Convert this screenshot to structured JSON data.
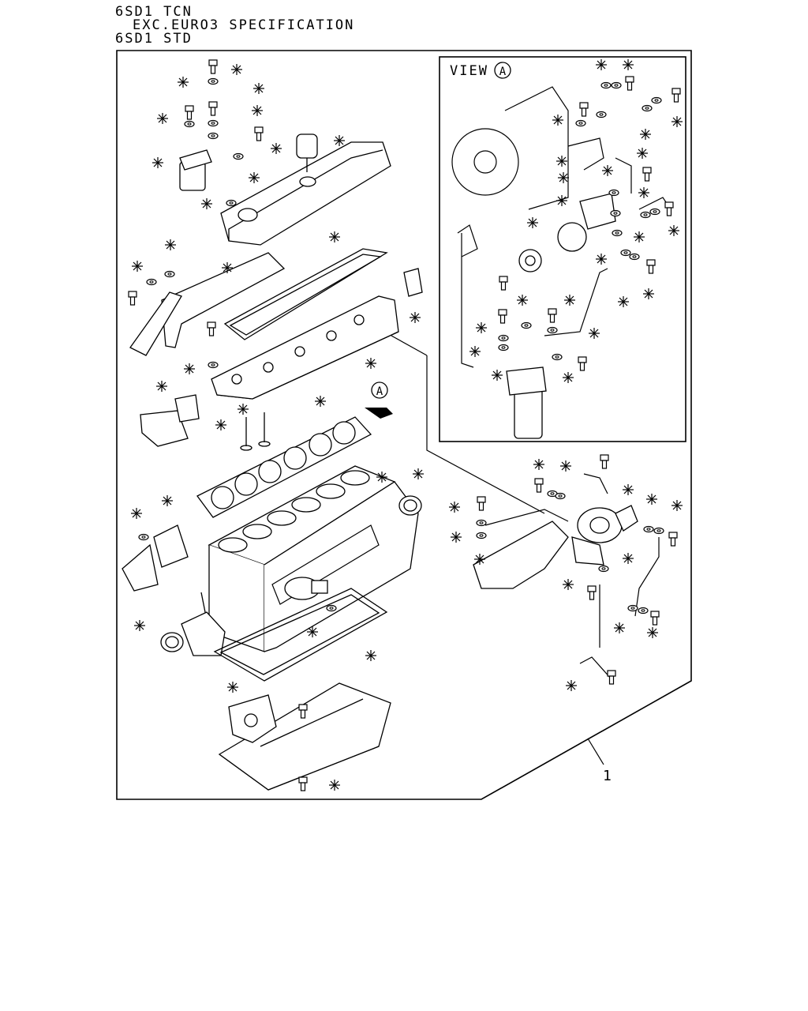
{
  "header": {
    "line1": "6SD1 TCN",
    "line2": "EXC.EURO3 SPECIFICATION",
    "line3": "6SD1 STD"
  },
  "view": {
    "label": "VIEW",
    "letter": "A"
  },
  "arrow_marker": "A",
  "callout_number": "1",
  "kit_mark": "*",
  "icons": [
    "asterisk-kit-mark-icon",
    "view-arrow-icon"
  ]
}
